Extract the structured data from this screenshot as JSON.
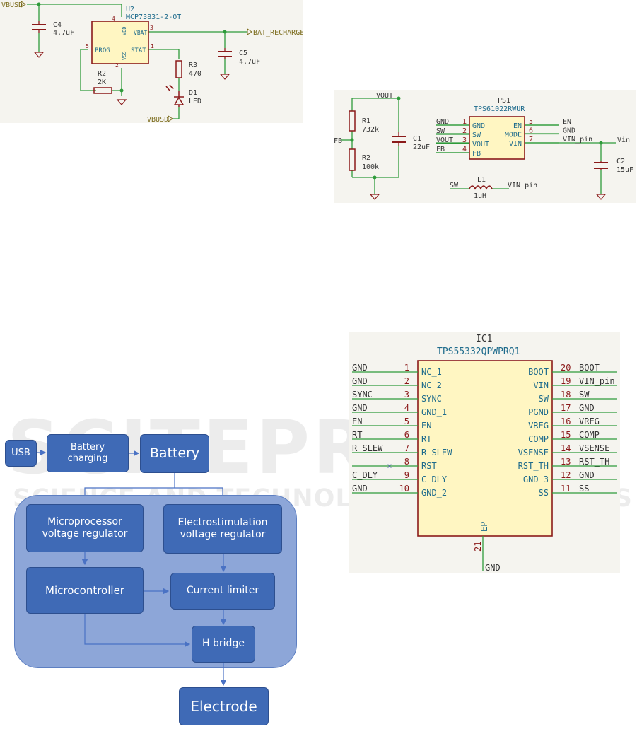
{
  "schematic_charger": {
    "nets": {
      "vbusd_in": "VBUSD",
      "vbusd_bottom": "VBUSD",
      "bat_recharge": "BAT_RECHARGE"
    },
    "ic": {
      "ref": "U2",
      "value": "MCP73831-2-OT",
      "pin_vdd": "VDD",
      "pin_vbat": "VBAT",
      "pin_prog": "PROG",
      "pin_vss": "VSS",
      "pin_stat": "STAT",
      "num_4": "4",
      "num_3": "3",
      "num_5": "5",
      "num_2": "2",
      "num_1": "1"
    },
    "c4": {
      "ref": "C4",
      "value": "4.7uF"
    },
    "c5": {
      "ref": "C5",
      "value": "4.7uF"
    },
    "r2": {
      "ref": "R2",
      "value": "2K"
    },
    "r3": {
      "ref": "R3",
      "value": "470"
    },
    "d1": {
      "ref": "D1",
      "value": "LED"
    }
  },
  "schematic_boost": {
    "nets": {
      "vout": "VOUT",
      "fb": "FB",
      "vin": "Vin",
      "sw": "SW",
      "vin_pin": "VIN_pin"
    },
    "ic": {
      "ref": "PS1",
      "value": "TPS61022RWUR",
      "left_pins": [
        {
          "net": "GND",
          "num": "1",
          "name": "GND"
        },
        {
          "net": "SW",
          "num": "2",
          "name": "SW"
        },
        {
          "net": "VOUT",
          "num": "3",
          "name": "VOUT"
        },
        {
          "net": "FB",
          "num": "4",
          "name": "FB"
        }
      ],
      "right_pins": [
        {
          "net": "EN",
          "num": "5",
          "name": "EN"
        },
        {
          "net": "GND",
          "num": "6",
          "name": "MODE"
        },
        {
          "net": "VIN_pin",
          "num": "7",
          "name": "VIN"
        }
      ]
    },
    "r1": {
      "ref": "R1",
      "value": "732k"
    },
    "r2": {
      "ref": "R2",
      "value": "100k"
    },
    "c1": {
      "ref": "C1",
      "value": "22uF"
    },
    "c2": {
      "ref": "C2",
      "value": "15uF"
    },
    "l1": {
      "ref": "L1",
      "value": "1uH"
    }
  },
  "schematic_buck": {
    "ic": {
      "ref": "IC1",
      "value": "TPS55332QPWPRQ1",
      "ep_label": "EP",
      "ep_num": "21",
      "ep_net": "GND",
      "left_pins": [
        {
          "net": "GND",
          "num": "1",
          "name": "NC_1"
        },
        {
          "net": "GND",
          "num": "2",
          "name": "NC_2"
        },
        {
          "net": "SYNC",
          "num": "3",
          "name": "SYNC"
        },
        {
          "net": "GND",
          "num": "4",
          "name": "GND_1"
        },
        {
          "net": "EN",
          "num": "5",
          "name": "EN"
        },
        {
          "net": "RT",
          "num": "6",
          "name": "RT"
        },
        {
          "net": "R_SLEW",
          "num": "7",
          "name": "R_SLEW"
        },
        {
          "net": "",
          "num": "8",
          "name": "RST"
        },
        {
          "net": "C_DLY",
          "num": "9",
          "name": "C_DLY"
        },
        {
          "net": "GND",
          "num": "10",
          "name": "GND_2"
        }
      ],
      "right_pins": [
        {
          "net": "BOOT",
          "num": "20",
          "name": "BOOT"
        },
        {
          "net": "VIN_pin",
          "num": "19",
          "name": "VIN"
        },
        {
          "net": "SW",
          "num": "18",
          "name": "SW"
        },
        {
          "net": "GND",
          "num": "17",
          "name": "PGND"
        },
        {
          "net": "VREG",
          "num": "16",
          "name": "VREG"
        },
        {
          "net": "COMP",
          "num": "15",
          "name": "COMP"
        },
        {
          "net": "VSENSE",
          "num": "14",
          "name": "VSENSE"
        },
        {
          "net": "RST_TH",
          "num": "13",
          "name": "RST_TH"
        },
        {
          "net": "GND",
          "num": "12",
          "name": "GND_3"
        },
        {
          "net": "SS",
          "num": "11",
          "name": "SS"
        }
      ]
    }
  },
  "block_diagram": {
    "usb": "USB",
    "battery_charging": "Battery\ncharging",
    "battery": "Battery",
    "micro_regulator": "Microprocessor\nvoltage regulator",
    "electro_regulator": "Electrostimulation\nvoltage regulator",
    "microcontroller": "Microcontroller",
    "current_limiter": "Current limiter",
    "h_bridge": "H bridge",
    "electrode": "Electrode"
  },
  "watermark": {
    "big": "SCITEPRESS",
    "small": "SCIENCE AND TECHNOLOGY PUBLICATIONS"
  },
  "colors": {
    "wire": "#2e9b3a",
    "component": "#8b1a1a",
    "ic_fill": "#fff6c2",
    "ref": "#1e6b8c",
    "text": "#333333",
    "block": "#3f6ab6",
    "group": "#8da6d8",
    "arrow": "#4a72c4"
  }
}
